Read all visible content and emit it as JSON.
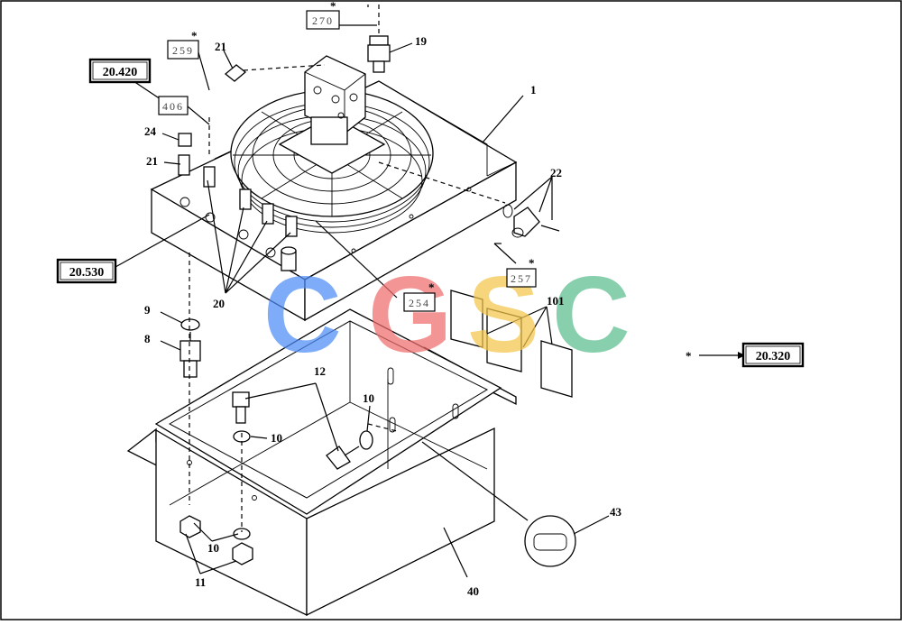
{
  "references": {
    "r20420": "20.420",
    "r20530": "20.530",
    "r20320": "20.320"
  },
  "dotted_refs": {
    "d270": "270",
    "d259": "259",
    "d406": "406",
    "d254": "254",
    "d257": "257"
  },
  "asterisk": "*",
  "callouts": {
    "c1": "1",
    "c8": "8",
    "c9": "9",
    "c10a": "10",
    "c10b": "10",
    "c10c": "10",
    "c11": "11",
    "c12": "12",
    "c19": "19",
    "c20": "20",
    "c21a": "21",
    "c21b": "21",
    "c22": "22",
    "c24": "24",
    "c40": "40",
    "c43": "43",
    "c101": "101"
  },
  "watermark": {
    "letters": [
      "C",
      "G",
      "S",
      "C"
    ],
    "colors": [
      "#4d8df7",
      "#ef6d6d",
      "#f4c64a",
      "#5bbf8e"
    ]
  }
}
